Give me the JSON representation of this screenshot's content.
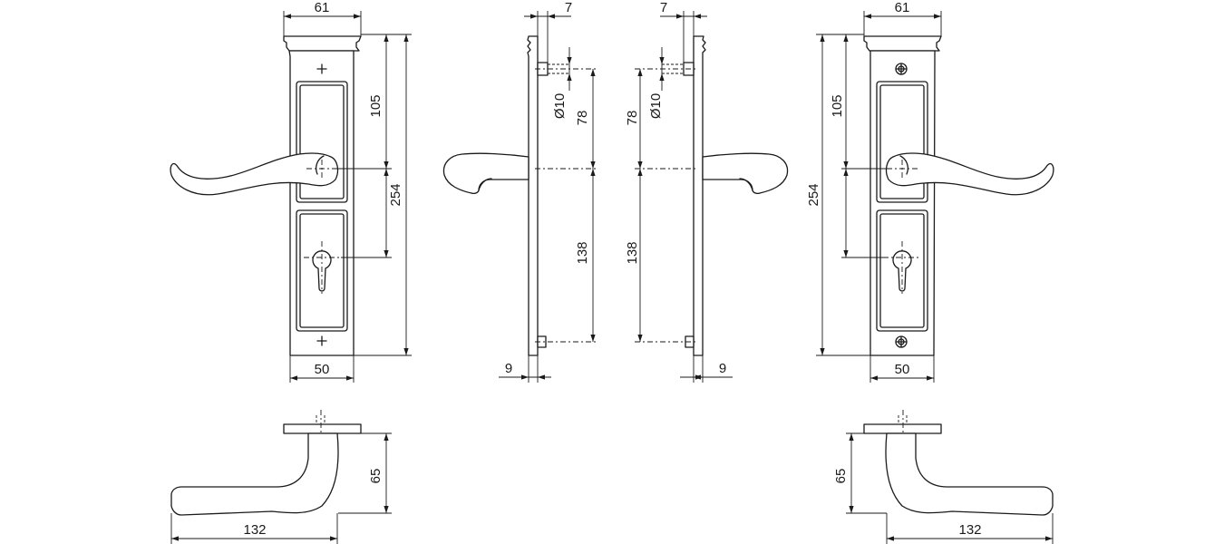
{
  "drawing": {
    "front_left": {
      "plate_top_width": "61",
      "plate_width": "50",
      "handle_to_key": "105",
      "plate_height": "254"
    },
    "side_left": {
      "plate_thickness_top": "7",
      "screw_diameter": "Ø10",
      "top_screw_to_handle": "78",
      "handle_to_bottom_screw": "138",
      "bottom_thickness": "9"
    },
    "side_right": {
      "plate_thickness_top": "7",
      "screw_diameter": "Ø10",
      "top_screw_to_handle": "78",
      "handle_to_bottom_screw": "138",
      "bottom_thickness": "9"
    },
    "front_right": {
      "plate_top_width": "61",
      "plate_width": "50",
      "handle_to_key": "105",
      "plate_height": "254"
    },
    "top_left": {
      "projection": "65",
      "lever_length": "132"
    },
    "top_right": {
      "projection": "65",
      "lever_length": "132"
    }
  }
}
